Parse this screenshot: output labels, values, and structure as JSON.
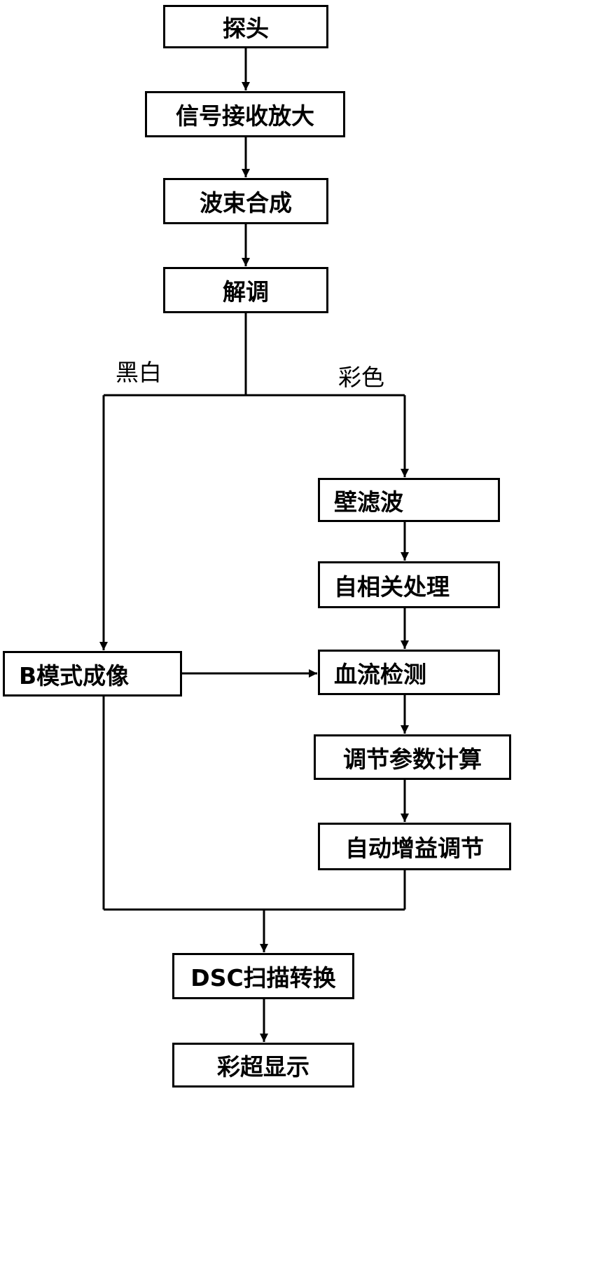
{
  "nodes": {
    "probe": "探头",
    "amplify": "信号接收放大",
    "beamform": "波束合成",
    "demod": "解调",
    "wall_filter": "壁滤波",
    "autocorr": "自相关处理",
    "bmode": "B模式成像",
    "flow_detect": "血流检测",
    "param_calc": "调节参数计算",
    "auto_gain": "自动增益调节",
    "dsc": "DSC扫描转换",
    "display": "彩超显示"
  },
  "branches": {
    "bw": "黑白",
    "color": "彩色"
  }
}
